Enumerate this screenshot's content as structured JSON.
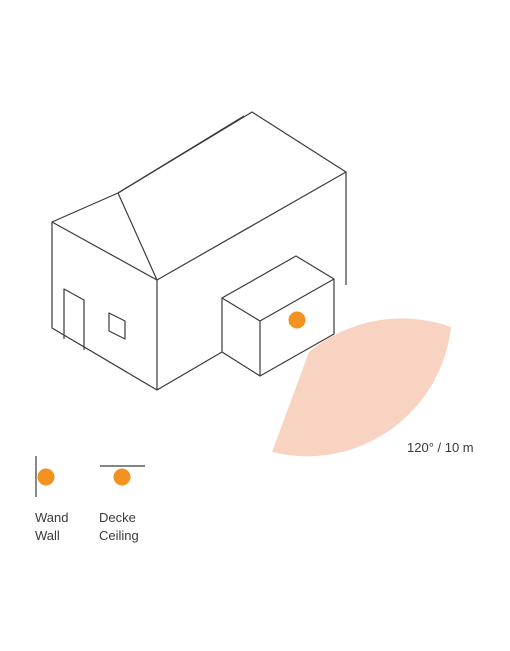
{
  "diagram": {
    "range_label": "120° / 10 m",
    "detection_color": "#f8d3c1",
    "sensor_color": "#f39220",
    "line_color": "#3a3a3a"
  },
  "legend": {
    "wall": {
      "label_de": "Wand",
      "label_en": "Wall",
      "icon": "wall-mount-icon"
    },
    "ceiling": {
      "label_de": "Decke",
      "label_en": "Ceiling",
      "icon": "ceiling-mount-icon"
    }
  }
}
